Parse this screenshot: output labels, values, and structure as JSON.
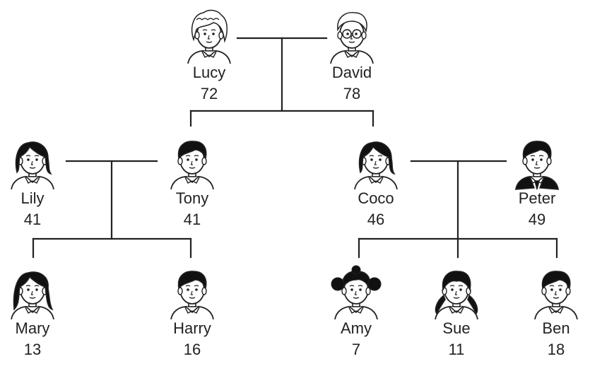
{
  "family": {
    "members": [
      {
        "id": "lucy",
        "name": "Lucy",
        "age": "72",
        "appearance": "elderly-woman-curly"
      },
      {
        "id": "david",
        "name": "David",
        "age": "78",
        "appearance": "elderly-man-glasses"
      },
      {
        "id": "lily",
        "name": "Lily",
        "age": "41",
        "appearance": "woman-bob-hair"
      },
      {
        "id": "tony",
        "name": "Tony",
        "age": "41",
        "appearance": "man-short-hair"
      },
      {
        "id": "coco",
        "name": "Coco",
        "age": "46",
        "appearance": "woman-bob-hair"
      },
      {
        "id": "peter",
        "name": "Peter",
        "age": "49",
        "appearance": "man-suit"
      },
      {
        "id": "mary",
        "name": "Mary",
        "age": "13",
        "appearance": "girl-long-hair"
      },
      {
        "id": "harry",
        "name": "Harry",
        "age": "16",
        "appearance": "boy-short-hair"
      },
      {
        "id": "amy",
        "name": "Amy",
        "age": "7",
        "appearance": "girl-pigtails-buns"
      },
      {
        "id": "sue",
        "name": "Sue",
        "age": "11",
        "appearance": "girl-pigtails"
      },
      {
        "id": "ben",
        "name": "Ben",
        "age": "18",
        "appearance": "boy-short-hair"
      }
    ],
    "couples": [
      {
        "partners": [
          "lucy",
          "david"
        ],
        "children": [
          "tony",
          "coco"
        ]
      },
      {
        "partners": [
          "lily",
          "tony"
        ],
        "children": [
          "mary",
          "harry"
        ]
      },
      {
        "partners": [
          "coco",
          "peter"
        ],
        "children": [
          "amy",
          "sue",
          "ben"
        ]
      }
    ]
  }
}
